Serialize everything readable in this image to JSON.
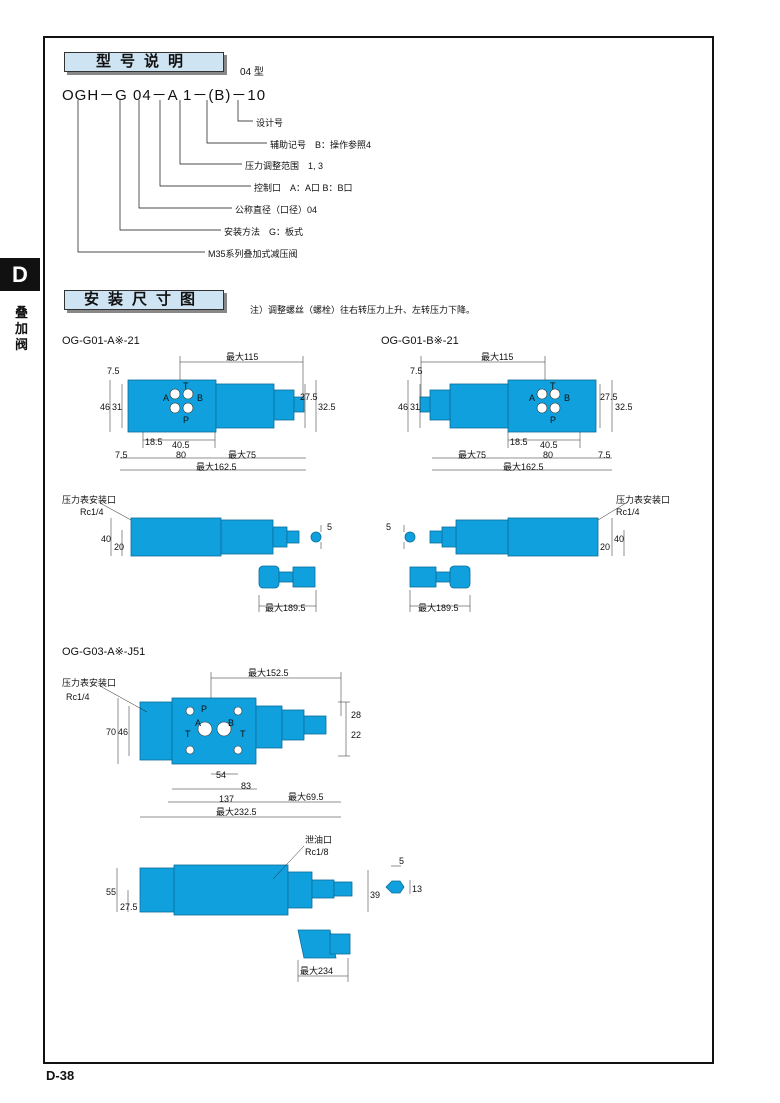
{
  "side_tab": {
    "letter": "D",
    "title": "叠加阀"
  },
  "page_number": "D-38",
  "model": {
    "heading": "型号说明",
    "size_note": "04 型",
    "code": "OGH－G 04－A 1－(B)－10",
    "legend": [
      "设计号",
      "辅助记号　B：操作参照4",
      "压力调整范围　1, 3",
      "控制口　A：A口  B：B口",
      "公称直径（口径）04",
      "安装方法　G：板式",
      "M35系列叠加式减压阀"
    ]
  },
  "install": {
    "heading": "安装尺寸图",
    "note": "注）调整螺丝（螺栓）往右转压力上升、左转压力下降。",
    "fig1": {
      "title": "OG-G01-A※-21",
      "dims": [
        "最大115",
        "7.5",
        "46",
        "31",
        "27.5",
        "32.5",
        "18.5",
        "40.5",
        "7.5",
        "80",
        "最大75",
        "最大162.5",
        "压力表安装口",
        "Rc1/4",
        "40",
        "20",
        "5",
        "最大189.5"
      ],
      "ports": [
        "T",
        "A",
        "B",
        "P"
      ]
    },
    "fig2": {
      "title": "OG-G01-B※-21",
      "dims": [
        "最大115",
        "7.5",
        "46",
        "31",
        "27.5",
        "32.5",
        "18.5",
        "40.5",
        "最大75",
        "80",
        "7.5",
        "最大162.5",
        "压力表安装口",
        "Rc1/4",
        "40",
        "20",
        "5",
        "最大189.5"
      ],
      "ports": [
        "T",
        "A",
        "B",
        "P"
      ]
    },
    "fig3": {
      "title": "OG-G03-A※-J51",
      "dims": [
        "最大152.5",
        "压力表安装口",
        "Rc1/4",
        "70",
        "46",
        "28",
        "22",
        "54",
        "83",
        "137",
        "最大69.5",
        "最大232.5",
        "泄油口",
        "Rc1/8",
        "55",
        "27.5",
        "39",
        "5",
        "13",
        "最大234"
      ],
      "ports": [
        "P",
        "A",
        "B",
        "T",
        "T"
      ]
    }
  }
}
